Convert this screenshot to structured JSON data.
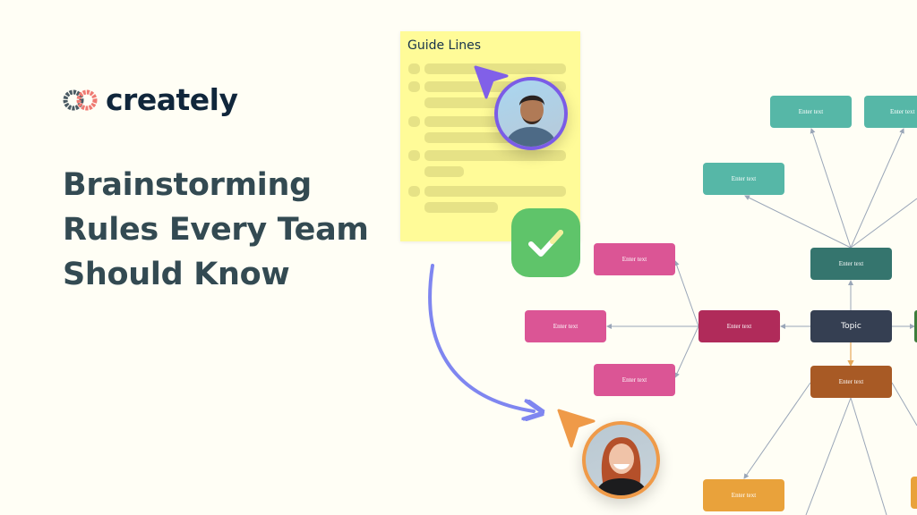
{
  "brand": {
    "name": "creately",
    "logo_colors": [
      "#4a5a63",
      "#ef7a72"
    ]
  },
  "headline": {
    "lines": [
      "Brainstorming",
      "Rules Every Team",
      "Should Know"
    ]
  },
  "note": {
    "title": "Guide Lines"
  },
  "diagram": {
    "topic": "Topic",
    "node_label": "Enter text",
    "colors": {
      "teal": "#56b7a7",
      "dark_teal": "#35756e",
      "pink": "#db5595",
      "crimson": "#b02b5a",
      "topic": "#353f52",
      "brown": "#a85a25",
      "orange": "#e9a23b",
      "green": "#3d7d3b",
      "connector": "#9aa6b8",
      "accent_connector": "#e5a85a"
    }
  },
  "accents": {
    "cursor_purple": "#8160e8",
    "cursor_orange": "#ef9a48",
    "arrow_blue": "#7f86f0",
    "check_green": "#5fc46a"
  }
}
